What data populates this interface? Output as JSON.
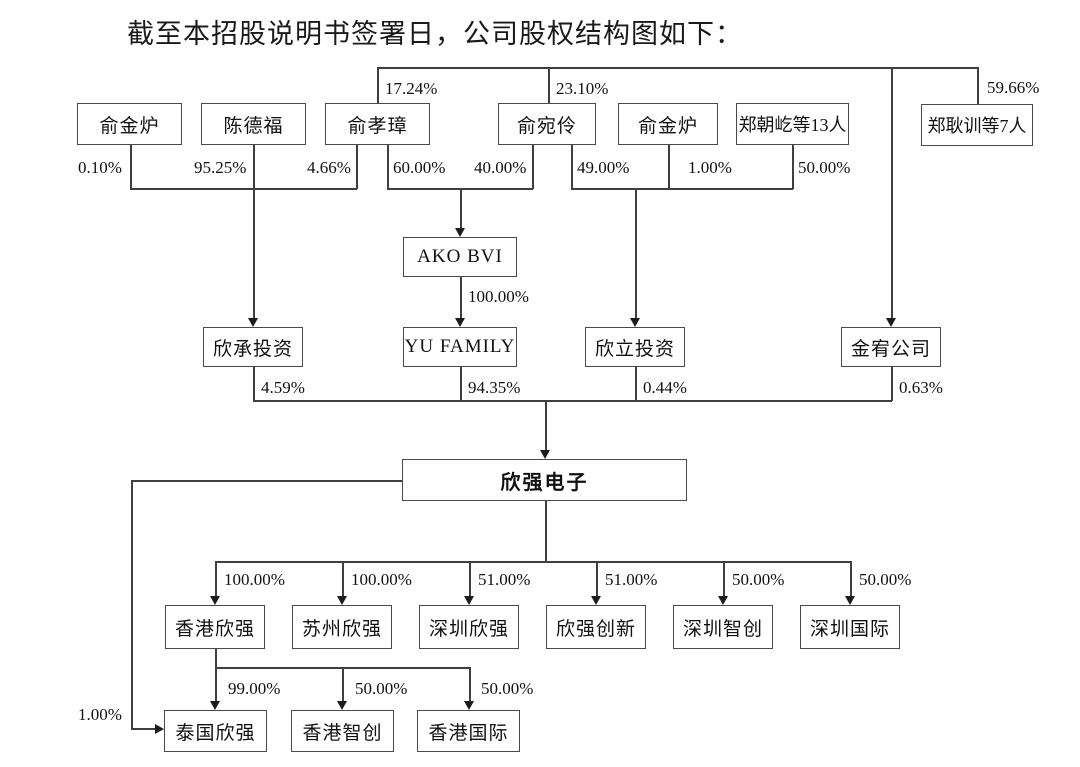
{
  "title": "截至本招股说明书签署日，公司股权结构图如下：",
  "colors": {
    "background": "#ffffff",
    "line": "#3f3f3f",
    "box_border": "#4a4a4a",
    "text": "#111111"
  },
  "nodes": {
    "yujinlu1": "俞金炉",
    "chendefu": "陈德福",
    "yuxiaozhang": "俞孝璋",
    "yuwanling": "俞宛伶",
    "yujinlu2": "俞金炉",
    "zhengchaoyi": "郑朝屹等13人",
    "zhenggengxun": "郑耿训等7人",
    "akobvi": "AKO BVI",
    "xincheng": "欣承投资",
    "yufamily": "YU FAMILY",
    "xinli": "欣立投资",
    "jinyou": "金宥公司",
    "xinqiang": "欣强电子",
    "hkxinqiang": "香港欣强",
    "suzhouxinqiang": "苏州欣强",
    "shenzhenxinqiang": "深圳欣强",
    "xinqiangchuangxin": "欣强创新",
    "shenzhenzhichuang": "深圳智创",
    "shenzhenguoji": "深圳国际",
    "taiguoxinqiang": "泰国欣强",
    "hkzhichuang": "香港智创",
    "hkguoji": "香港国际"
  },
  "percentages": {
    "yuxiaozhang_jinyou": "17.24%",
    "yuwanling_jinyou": "23.10%",
    "zhenggengxun_jinyou": "59.66%",
    "yujinlu1_xincheng": "0.10%",
    "chendefu_xincheng": "95.25%",
    "yuxiaozhang_xincheng": "4.66%",
    "yuxiaozhang_ako": "60.00%",
    "yuwanling_ako": "40.00%",
    "yuwanling_xinli": "49.00%",
    "yujinlu2_xinli": "1.00%",
    "zhengchaoyi_xinli": "50.00%",
    "ako_yufamily": "100.00%",
    "xincheng_xinqiang": "4.59%",
    "yufamily_xinqiang": "94.35%",
    "xinli_xinqiang": "0.44%",
    "jinyou_xinqiang": "0.63%",
    "xinqiang_hkxinqiang": "100.00%",
    "xinqiang_suzhou": "100.00%",
    "xinqiang_shenzhen": "51.00%",
    "xinqiang_chuangxin": "51.00%",
    "xinqiang_szzhichuang": "50.00%",
    "xinqiang_szguoji": "50.00%",
    "hk_taiguo": "99.00%",
    "hk_zhichuang": "50.00%",
    "hk_guoji": "50.00%",
    "xinqiang_taiguo": "1.00%"
  }
}
